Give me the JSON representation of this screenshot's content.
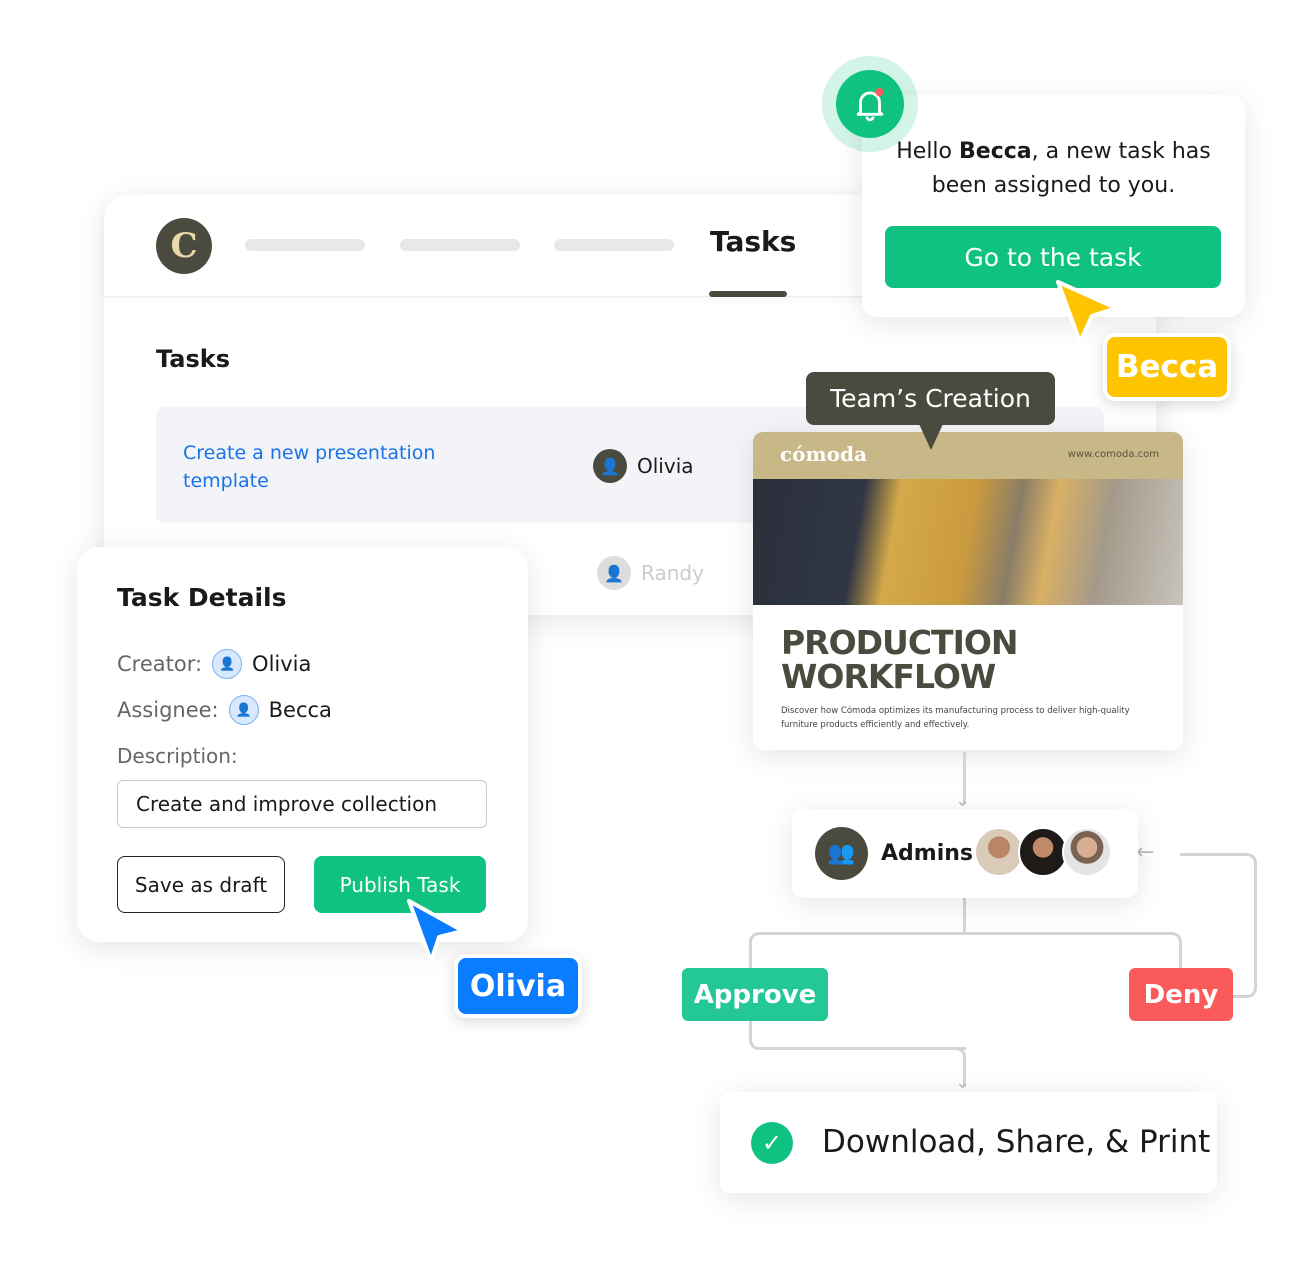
{
  "app": {
    "logo_letter": "C",
    "nav_active_tab": "Tasks"
  },
  "tasks": {
    "heading": "Tasks",
    "rows": [
      {
        "title": "Create a new presentation template",
        "assignee": "Olivia"
      },
      {
        "title": "",
        "assignee": "Randy"
      }
    ]
  },
  "task_details": {
    "heading": "Task Details",
    "creator_label": "Creator:",
    "creator": "Olivia",
    "assignee_label": "Assignee:",
    "assignee": "Becca",
    "description_label": "Description:",
    "description_value": "Create and improve collection",
    "save_draft": "Save as draft",
    "publish": "Publish Task"
  },
  "cursors": {
    "olivia": "Olivia",
    "becca": "Becca",
    "olivia_color": "#0a7cff",
    "becca_color": "#ffc400"
  },
  "notification": {
    "text_before": "Hello ",
    "name": "Becca",
    "text_after": ", a new task has been assigned to you.",
    "button": "Go to the task",
    "accent": "#0fc281"
  },
  "team_creation": {
    "label": "Team’s Creation",
    "brand": "cómoda",
    "url": "www.comoda.com",
    "title_line1": "PRODUCTION",
    "title_line2": "WORKFLOW",
    "description": "Discover how Cómoda optimizes its manufacturing process to deliver high-quality furniture products efficiently and effectively."
  },
  "workflow": {
    "group": "Admins",
    "approve": "Approve",
    "approve_color": "#24c896",
    "deny": "Deny",
    "deny_color": "#fb5a5a",
    "final": "Download, Share, & Print"
  }
}
